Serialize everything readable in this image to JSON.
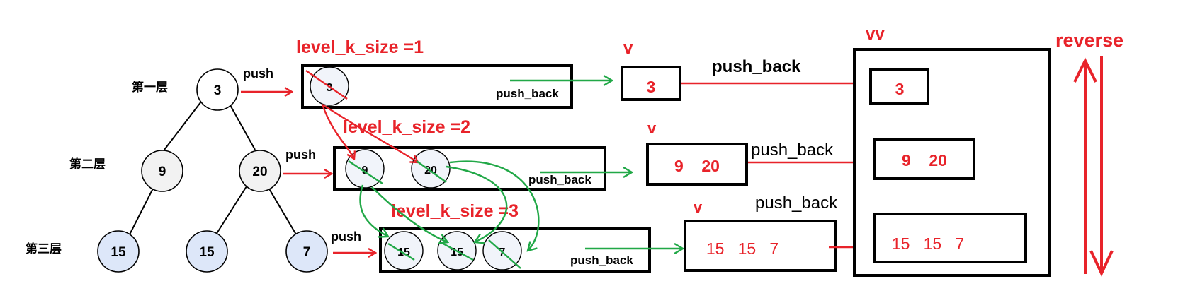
{
  "layers": {
    "layer1": "第一层",
    "layer2": "第二层",
    "layer3": "第三层"
  },
  "tree": {
    "root": "3",
    "left": "9",
    "right": "20",
    "ll": "15",
    "rl": "15",
    "rr": "7"
  },
  "labels": {
    "push": "push",
    "push_back": "push_back",
    "level1": "level_k_size =1",
    "level2": "level_k_size =2",
    "level3": "level_k_size =3",
    "v": "v",
    "vv": "vv",
    "reverse": "reverse"
  },
  "queue": {
    "row1": [
      "3"
    ],
    "row2": [
      "9",
      "20"
    ],
    "row3": [
      "15",
      "15",
      "7"
    ]
  },
  "v_rows": {
    "row1": "3",
    "row2": "9    20",
    "row3": "15   15   7"
  },
  "vv_rows": {
    "row1": "3",
    "row2": "9    20",
    "row3": "15   15   7"
  },
  "colors": {
    "red": "#e8232a",
    "green": "#21a847",
    "node_blue": "#dde7f9",
    "node_gray": "#f2f2f2"
  }
}
